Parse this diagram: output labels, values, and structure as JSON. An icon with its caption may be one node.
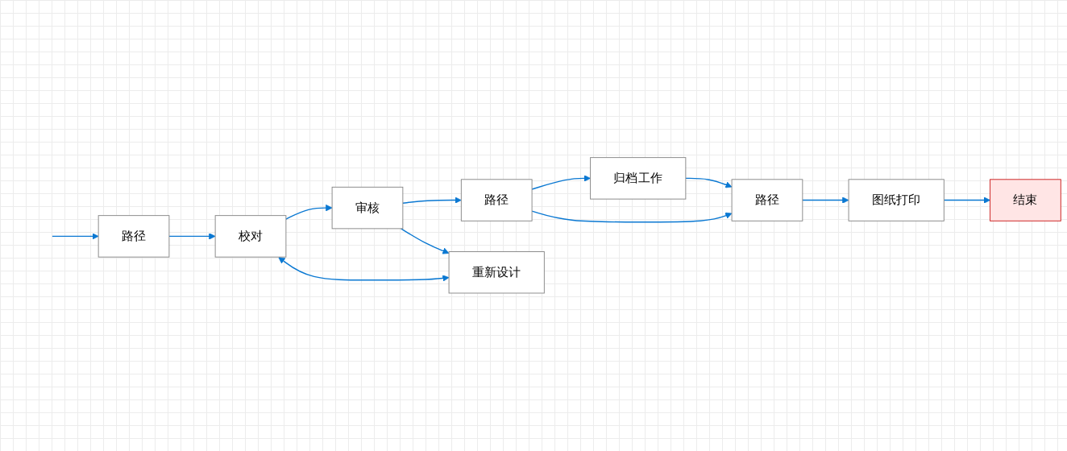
{
  "diagram": {
    "nodes": [
      {
        "text": [
          "路径"
        ]
      },
      {
        "text": [
          "校对"
        ]
      },
      {
        "text": [
          "审核"
        ]
      },
      {
        "text": [
          "路径"
        ]
      },
      {
        "text": [
          "归档工作"
        ]
      },
      {
        "text": [
          "重新设计"
        ]
      },
      {
        "text": [
          "路径"
        ]
      },
      {
        "text": [
          "图纸打印"
        ]
      },
      {
        "text": [
          "结束"
        ]
      }
    ],
    "edges": [
      {
        "from": null,
        "to": 0,
        "arrow": "to"
      },
      {
        "from": 0,
        "to": 1,
        "arrow": "to"
      },
      {
        "from": 1,
        "to": 2,
        "arrow": "to"
      },
      {
        "from": 2,
        "to": 3,
        "arrow": "to"
      },
      {
        "from": 3,
        "to": 4,
        "arrow": "to"
      },
      {
        "from": 1,
        "to": 5,
        "arrow": "both"
      },
      {
        "from": 2,
        "to": 5,
        "arrow": "to"
      },
      {
        "from": 3,
        "to": 6,
        "arrow": "to"
      },
      {
        "from": 4,
        "to": 6,
        "arrow": "to"
      },
      {
        "from": 6,
        "to": 7,
        "arrow": "to"
      },
      {
        "from": 7,
        "to": 8,
        "arrow": "to"
      }
    ]
  }
}
